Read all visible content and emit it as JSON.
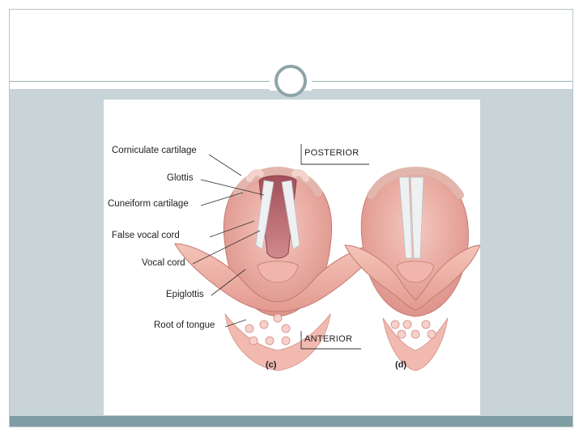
{
  "figure": {
    "labels": {
      "corniculate": "Corniculate cartilage",
      "glottis": "Glottis",
      "cuneiform": "Cuneiform cartilage",
      "false_vocal_cord": "False vocal cord",
      "vocal_cord": "Vocal cord",
      "epiglottis": "Epiglottis",
      "root_of_tongue": "Root of tongue"
    },
    "orientation": {
      "posterior": "POSTERIOR",
      "anterior": "ANTERIOR"
    },
    "panels": {
      "c": "(c)",
      "d": "(d)"
    }
  },
  "colors": {
    "band": "#c8d4d8",
    "bar": "#7e9ea3",
    "tissue": "#e8a49c",
    "tissue_dark": "#c9786f",
    "cord": "#eef0f2",
    "cavity": "#b7636a"
  }
}
